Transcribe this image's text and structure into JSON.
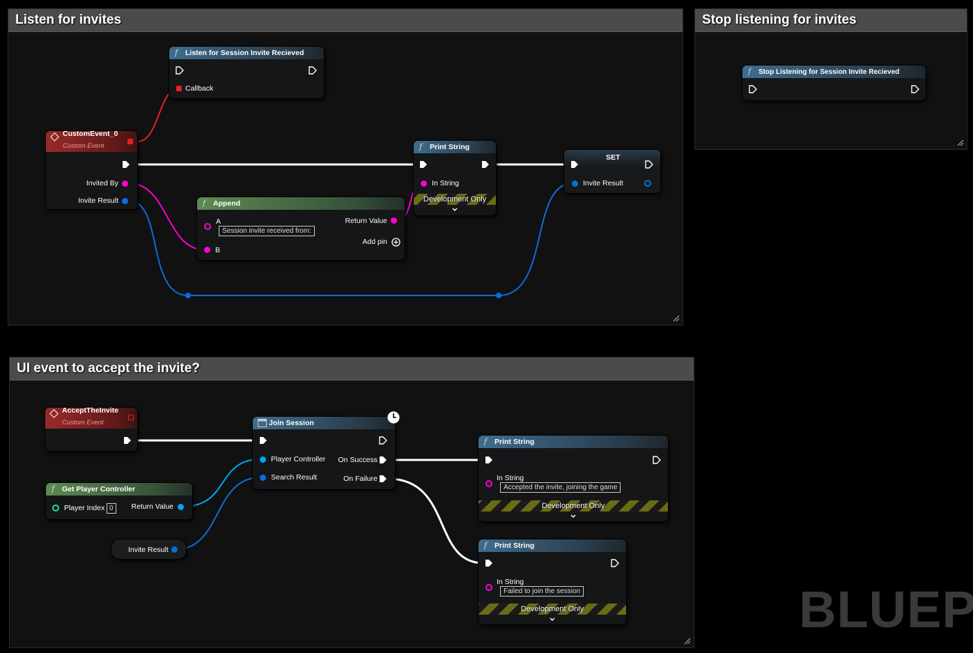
{
  "comments": {
    "listen": "Listen for invites",
    "stop": "Stop listening for invites",
    "ui": "UI event to accept the invite?"
  },
  "nodes": {
    "listen_session": {
      "title": "Listen for Session Invite Recieved",
      "callback": "Callback"
    },
    "custom_event": {
      "title": "CustomEvent_0",
      "subtitle": "Custom Event",
      "invited_by": "Invited By",
      "invite_result": "Invite Result"
    },
    "append": {
      "title": "Append",
      "a": "A",
      "a_value": "Session invite received from:",
      "b": "B",
      "return_value": "Return Value",
      "add_pin": "Add pin"
    },
    "print_string_1": {
      "title": "Print String",
      "in_string": "In String",
      "dev": "Development Only"
    },
    "set": {
      "title": "SET",
      "invite_result": "Invite Result"
    },
    "stop_listening": {
      "title": "Stop Listening for Session Invite Recieved"
    },
    "accept_invite": {
      "title": "AcceptTheInvite",
      "subtitle": "Custom Event"
    },
    "get_player_controller": {
      "title": "Get Player Controller",
      "player_index": "Player Index",
      "player_index_value": "0",
      "return_value": "Return Value"
    },
    "invite_result_var": {
      "label": "Invite Result"
    },
    "join_session": {
      "title": "Join Session",
      "player_controller": "Player Controller",
      "search_result": "Search Result",
      "on_success": "On Success",
      "on_failure": "On Failure"
    },
    "print_string_2": {
      "title": "Print String",
      "in_string": "In String",
      "value": "Accepted the invite, joining the game",
      "dev": "Development Only"
    },
    "print_string_3": {
      "title": "Print String",
      "in_string": "In String",
      "value": "Failed to join the session",
      "dev": "Development Only"
    }
  },
  "watermark": "BLUEPR",
  "colors": {
    "exec": "#ffffff",
    "string": "#ff00d4",
    "struct": "#0a6ed8",
    "object": "#00a8f0",
    "int": "#1fdca0",
    "event_pin": "#e52020"
  }
}
